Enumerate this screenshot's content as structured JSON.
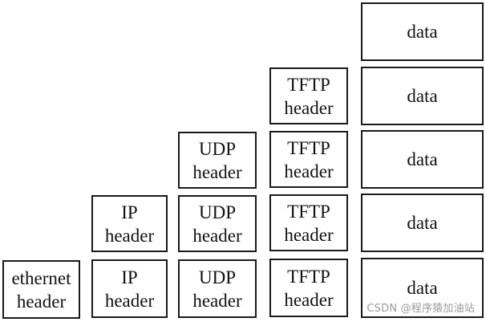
{
  "rows": [
    {
      "layers": [
        "data"
      ]
    },
    {
      "layers": [
        "TFTP\nheader",
        "data"
      ]
    },
    {
      "layers": [
        "UDP\nheader",
        "TFTP\nheader",
        "data"
      ]
    },
    {
      "layers": [
        "IP\nheader",
        "UDP\nheader",
        "TFTP\nheader",
        "data"
      ]
    },
    {
      "layers": [
        "ethernet\nheader",
        "IP\nheader",
        "UDP\nheader",
        "TFTP\nheader",
        "data"
      ]
    }
  ],
  "labels": {
    "data": "data",
    "tftp_header": "TFTP\nheader",
    "udp_header": "UDP\nheader",
    "ip_header": "IP\nheader",
    "ethernet_header": "ethernet\nheader"
  },
  "watermark": "CSDN @程序猿加油站"
}
